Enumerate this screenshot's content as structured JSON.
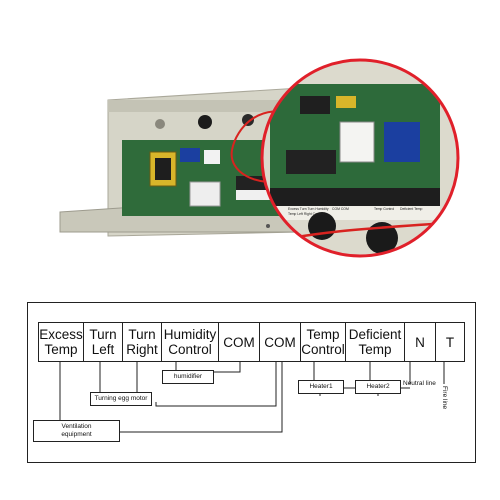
{
  "terminals": [
    {
      "label": "Excess\nTemp"
    },
    {
      "label": "Turn\nLeft"
    },
    {
      "label": "Turn\nRight"
    },
    {
      "label": "Humidity\nControl"
    },
    {
      "label": "COM"
    },
    {
      "label": "COM"
    },
    {
      "label": "Temp\nControl"
    },
    {
      "label": "Deficient\nTemp"
    },
    {
      "label": "N"
    },
    {
      "label": "T"
    }
  ],
  "devices": {
    "humidifier": "humidifier",
    "heater1": "Heater1",
    "heater2": "Heater2",
    "egg_motor": "Turning egg motor",
    "ventilation": "Ventilation\nequipment",
    "neutral_line": "Neutral line",
    "fire_line": "Fire line"
  },
  "board_terminal_text": {
    "t1": "Excess Turn Turn Humidity",
    "t2": "Temp Left Right Control",
    "t3": "COM COM",
    "t4": "Temp Control",
    "t5": "Deficient Temp"
  },
  "colors": {
    "casing": "#d9d8cc",
    "pcb": "#2f6b3a",
    "wire_red": "#d8231f",
    "callout_ring": "#e0202a"
  }
}
